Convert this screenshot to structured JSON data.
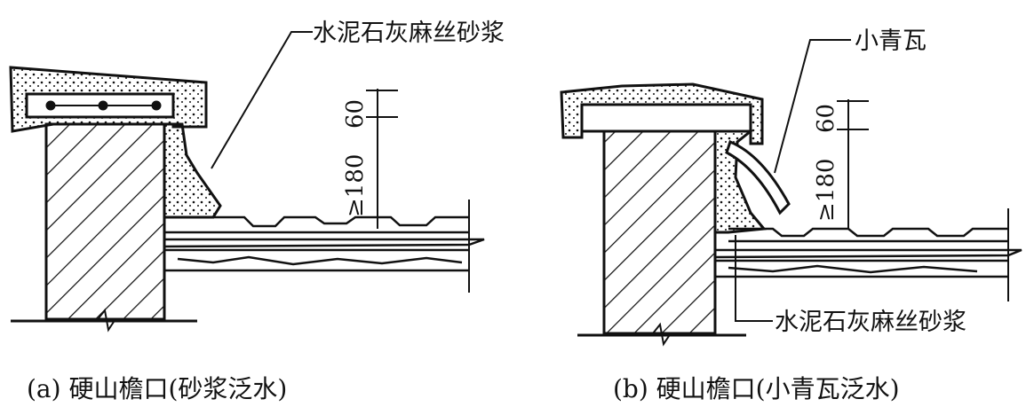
{
  "figure_a": {
    "caption": "(a) 硬山檐口(砂浆泛水)",
    "label_mortar": "水泥石灰麻丝砂浆",
    "dim_min": "≥180",
    "dim_small": "60"
  },
  "figure_b": {
    "caption": "(b) 硬山檐口(小青瓦泛水)",
    "label_tile": "小青瓦",
    "label_mortar": "水泥石灰麻丝砂浆",
    "dim_min": "≥180",
    "dim_small": "60"
  }
}
